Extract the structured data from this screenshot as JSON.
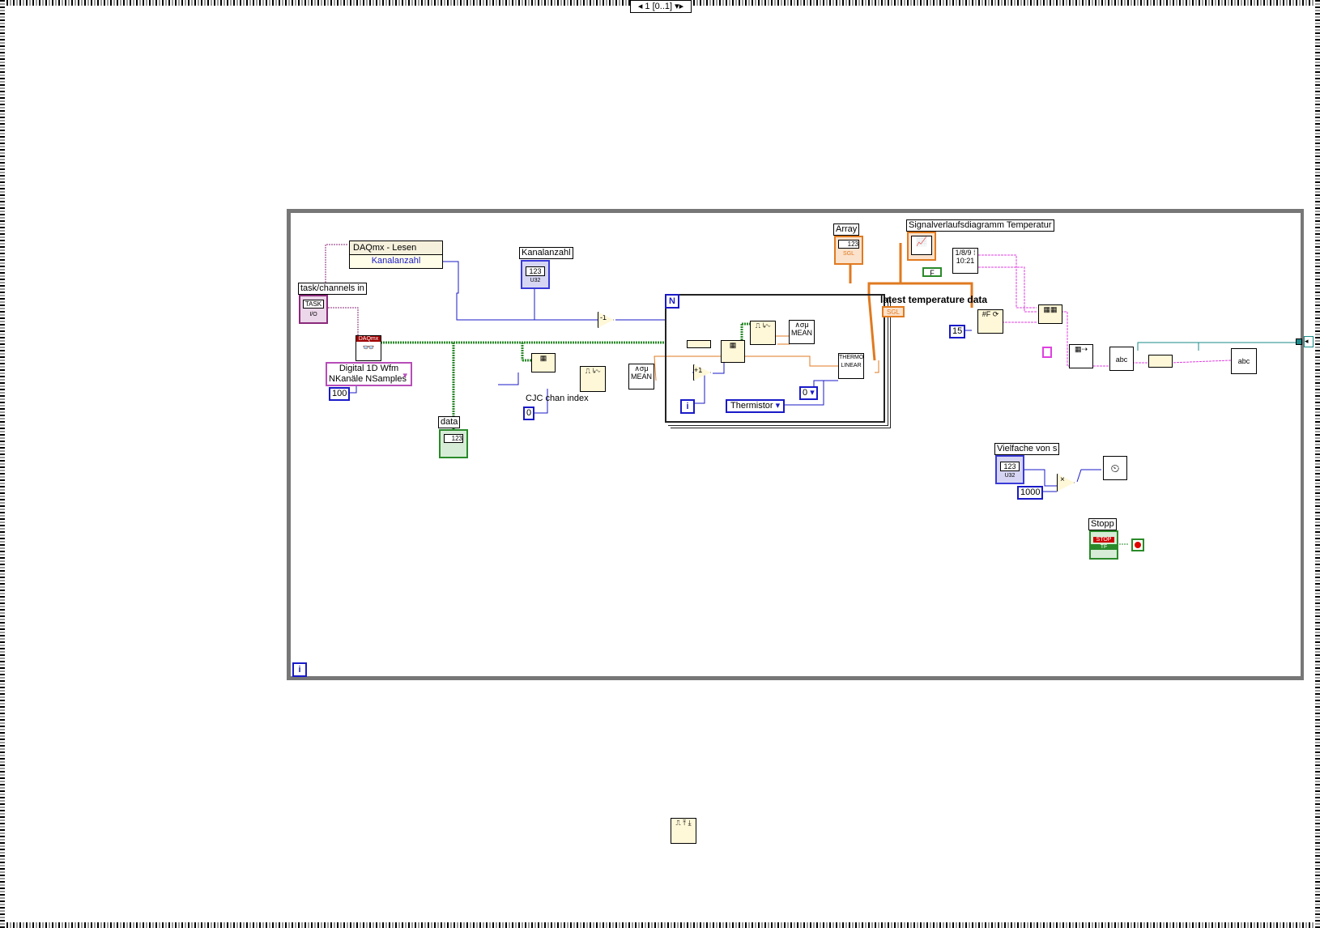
{
  "case_selector": {
    "label": "1 [0..1]"
  },
  "loop": {
    "iteration": "i"
  },
  "labels": {
    "daqmx_read": "DAQmx - Lesen",
    "channel_count_prop": "Kanalanzahl",
    "task_channels_in": "task/channels in",
    "kanalanzahl": "Kanalanzahl",
    "data": "data",
    "cjc_chan_index": "CJC chan index",
    "array": "Array",
    "signal_chart": "Signalverlaufsdiagramm Temperatur",
    "latest_temp": "latest temperature data",
    "vielfache": "Vielfache von s",
    "stopp": "Stopp"
  },
  "controls": {
    "daq_mode_line1": "Digital 1D Wfm",
    "daq_mode_line2": "NKanäle NSamples",
    "samples_const": "100",
    "cjc_const": "0",
    "thermistor_ring": "Thermistor",
    "zero_ring": "0",
    "const_15": "15",
    "const_1000": "1000",
    "false_const": "F"
  },
  "icons": {
    "task": "TASK",
    "io": "I/O",
    "daqmx": "DAQmx",
    "mean": "MEAN",
    "mean2": "MEAN",
    "thermo": "THERMO LINEAR",
    "abc": "abc",
    "abc2": "abc",
    "stop": "STOP",
    "tf": "TF",
    "sgl": "SGL",
    "sgl2": "SGL",
    "u32": "U32",
    "num123": "123",
    "n": "N",
    "inc": "+1",
    "dec": "-1",
    "mult": "×"
  },
  "wire_colors": {
    "numeric": "#1a1ac8",
    "waveform": "#2a8a2a",
    "float": "#e07a20",
    "string": "#e040e0",
    "task": "#8a2a7a"
  }
}
